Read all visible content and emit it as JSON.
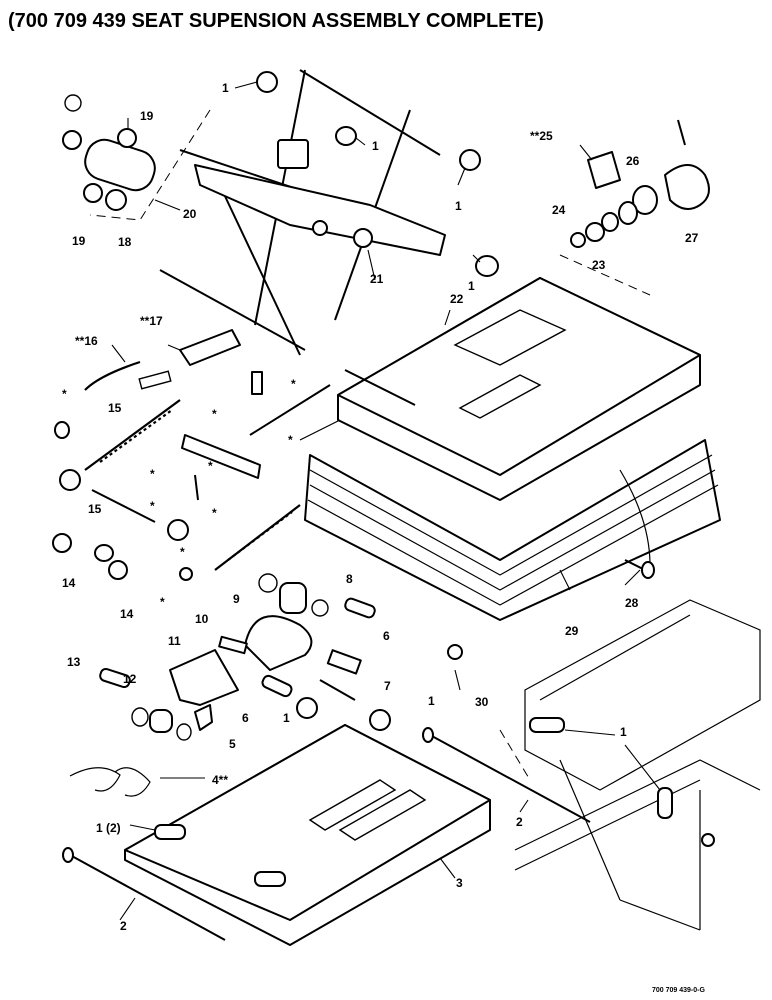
{
  "title": "(700 709 439 SEAT SUPENSION ASSEMBLY COMPLETE)",
  "drawing_number": "700 709 439-0-G",
  "callouts": [
    {
      "text": "1"
    },
    {
      "text": "1"
    },
    {
      "text": "1"
    },
    {
      "text": "1"
    },
    {
      "text": "19"
    },
    {
      "text": "20"
    },
    {
      "text": "19"
    },
    {
      "text": "18"
    },
    {
      "text": "21"
    },
    {
      "text": "**25"
    },
    {
      "text": "26"
    },
    {
      "text": "24"
    },
    {
      "text": "23"
    },
    {
      "text": "27"
    },
    {
      "text": "22"
    },
    {
      "text": "**17"
    },
    {
      "text": "**16"
    },
    {
      "text": "*"
    },
    {
      "text": "15"
    },
    {
      "text": "*"
    },
    {
      "text": "*"
    },
    {
      "text": "*"
    },
    {
      "text": "*"
    },
    {
      "text": "*"
    },
    {
      "text": "*"
    },
    {
      "text": "15"
    },
    {
      "text": "*"
    },
    {
      "text": "*"
    },
    {
      "text": "14"
    },
    {
      "text": "14"
    },
    {
      "text": "*"
    },
    {
      "text": "28"
    },
    {
      "text": "29"
    },
    {
      "text": "9"
    },
    {
      "text": "8"
    },
    {
      "text": "10"
    },
    {
      "text": "6"
    },
    {
      "text": "11"
    },
    {
      "text": "13"
    },
    {
      "text": "12"
    },
    {
      "text": "7"
    },
    {
      "text": "6"
    },
    {
      "text": "1"
    },
    {
      "text": "1"
    },
    {
      "text": "5"
    },
    {
      "text": "30"
    },
    {
      "text": "4**"
    },
    {
      "text": "1 (2)"
    },
    {
      "text": "3"
    },
    {
      "text": "2"
    },
    {
      "text": "1"
    },
    {
      "text": "2"
    }
  ]
}
